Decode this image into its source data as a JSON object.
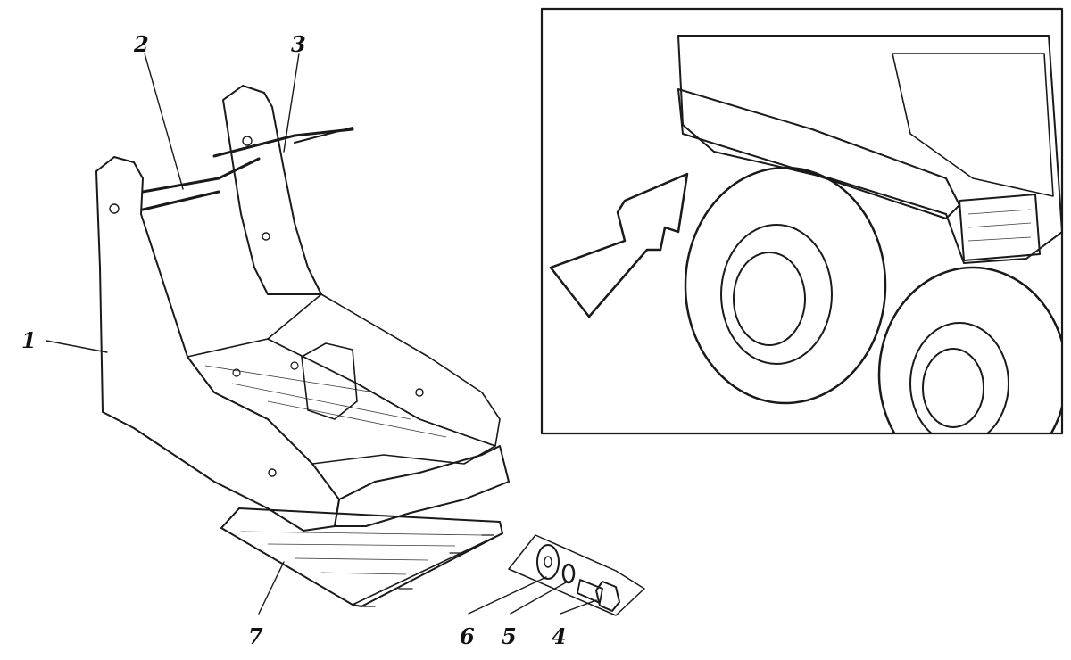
{
  "diagram": {
    "callouts": [
      {
        "id": "1",
        "text": "1"
      },
      {
        "id": "2",
        "text": "2"
      },
      {
        "id": "3",
        "text": "3"
      },
      {
        "id": "4",
        "text": "4"
      },
      {
        "id": "5",
        "text": "5"
      },
      {
        "id": "6",
        "text": "6"
      },
      {
        "id": "7",
        "text": "7"
      }
    ],
    "colors": {
      "ink": "#1a1a1a",
      "paper": "#ffffff"
    }
  }
}
